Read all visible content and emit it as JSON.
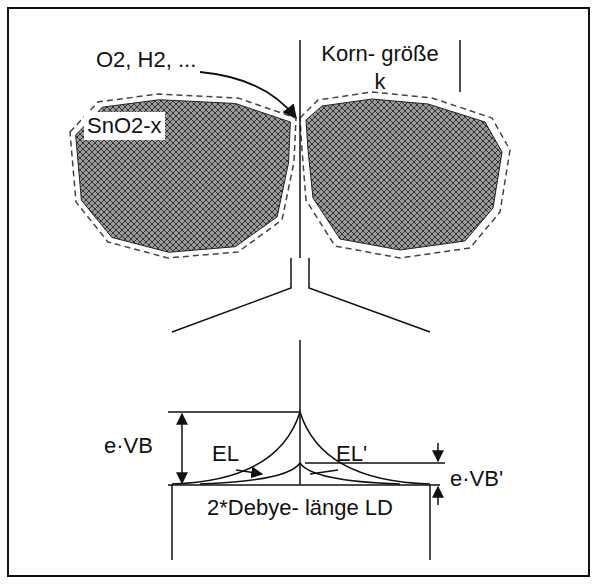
{
  "diagram": {
    "nodes": [
      {
        "text": [
          "SnO2-x"
        ]
      }
    ],
    "labels": [
      "O2, H2, ...",
      "Korn- größe k",
      "e·VB",
      "EL",
      "EL'",
      "e·VB'",
      "2*Debye- länge LD"
    ]
  }
}
